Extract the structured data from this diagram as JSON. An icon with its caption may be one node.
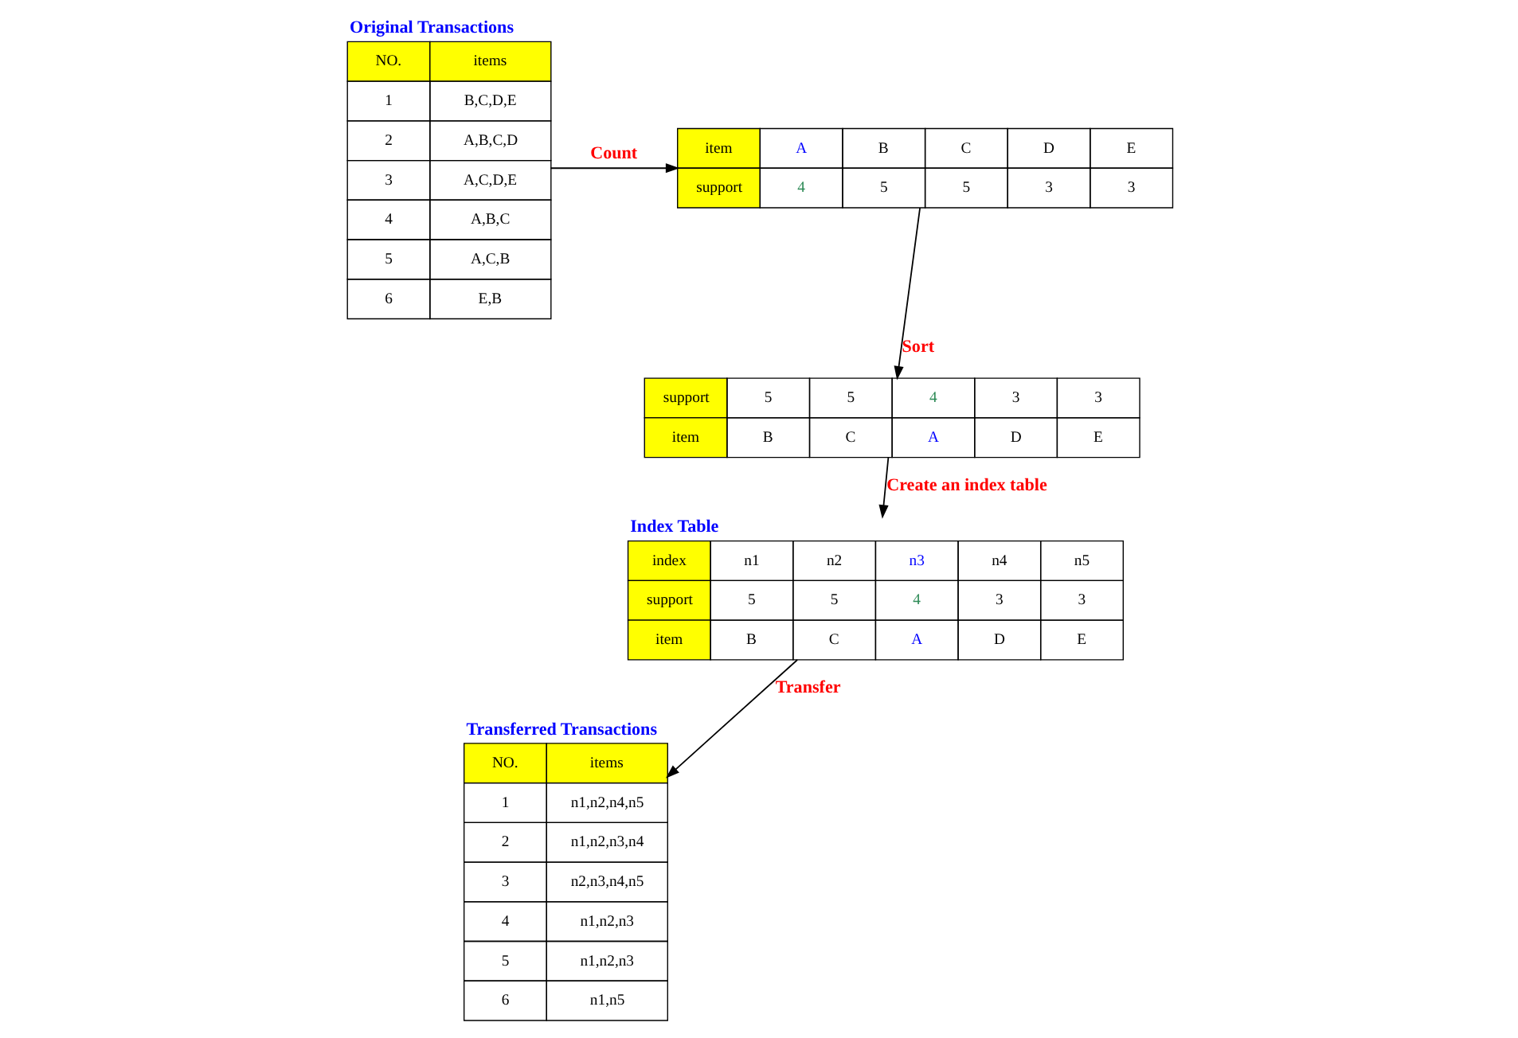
{
  "diagram": {
    "nodes": [
      {
        "text": [
          "Original Transactions",
          "NO.",
          "items",
          "1",
          "B,C,D,E",
          "2",
          "A,B,C,D",
          "3",
          "A,C,D,E",
          "4",
          "A,B,C",
          "5",
          "A,C,B",
          "6",
          "E,B"
        ]
      },
      {
        "text": [
          "item",
          "A",
          "B",
          "C",
          "D",
          "E",
          "support",
          "4",
          "5",
          "5",
          "3",
          "3"
        ]
      },
      {
        "text": [
          "support",
          "5",
          "5",
          "4",
          "3",
          "3",
          "item",
          "B",
          "C",
          "A",
          "D",
          "E"
        ]
      },
      {
        "text": [
          "Index Table",
          "index",
          "n1",
          "n2",
          "n3",
          "n4",
          "n5",
          "support",
          "5",
          "5",
          "4",
          "3",
          "3",
          "item",
          "B",
          "C",
          "A",
          "D",
          "E"
        ]
      },
      {
        "text": [
          "Transferred Transactions",
          "NO.",
          "items",
          "1",
          "n1,n2,n4,n5",
          "2",
          "n1,n2,n3,n4",
          "3",
          "n2,n3,n4,n5",
          "4",
          "n1,n2,n3",
          "5",
          "n1,n2,n3",
          "6",
          "n1,n5"
        ]
      }
    ],
    "edges": [
      {
        "from": 0,
        "to": 1,
        "arrow": "to",
        "label": "Count"
      },
      {
        "from": 1,
        "to": 2,
        "arrow": "to",
        "label": "Sort"
      },
      {
        "from": 2,
        "to": 3,
        "arrow": "to",
        "label": "Create an index table"
      },
      {
        "from": 3,
        "to": 4,
        "arrow": "to",
        "label": "Transfer"
      }
    ]
  }
}
